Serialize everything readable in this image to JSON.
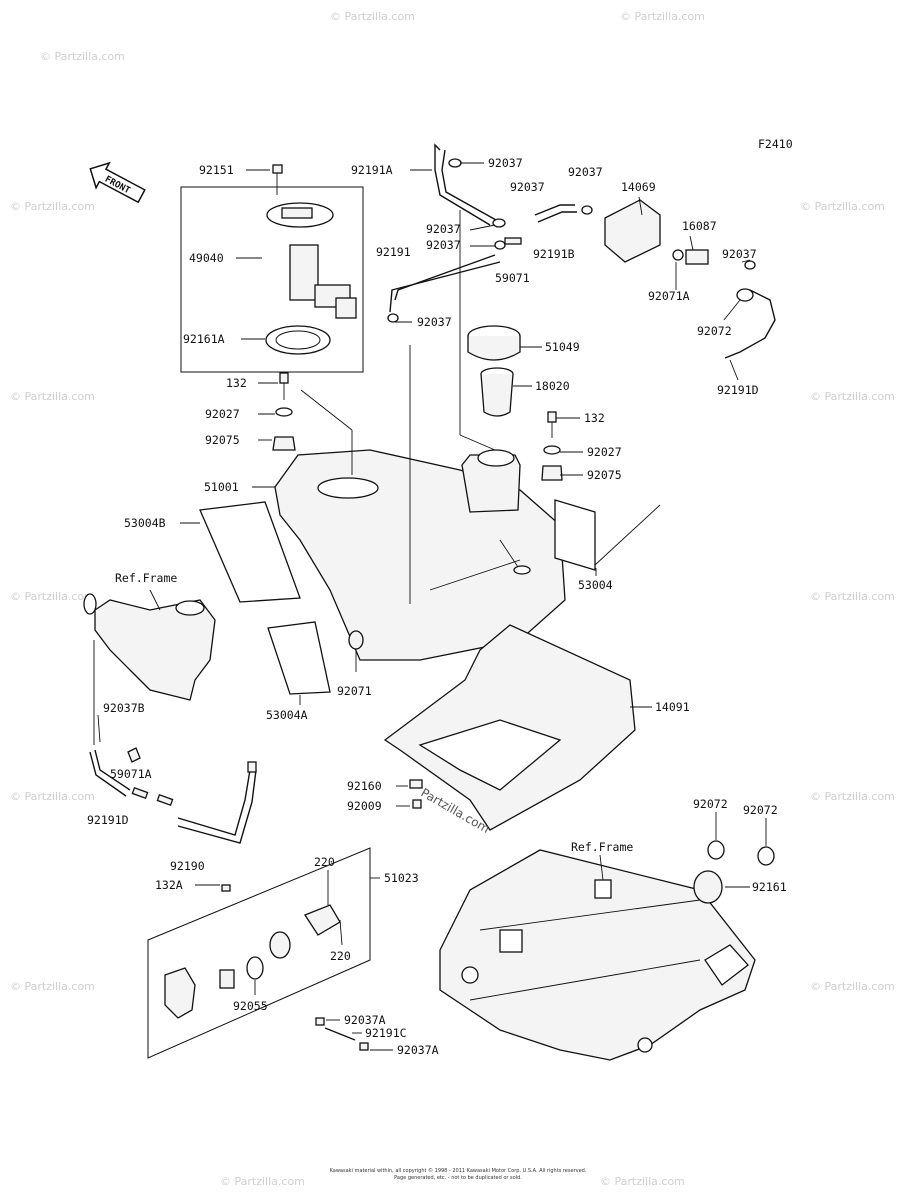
{
  "figure_code": "F2410",
  "front_badge": "FRONT",
  "watermark": "© Partzilla.com",
  "watermark_center": "Partzilla.com",
  "footer": {
    "line1": "Kawasaki material within, all copyright © 1998 - 2011 Kawasaki Motor Corp. U.S.A. All rights reserved.",
    "line2": "Page generated, etc. - not to be duplicated or sold."
  },
  "labels": {
    "p92151": "92151",
    "p49040": "49040",
    "p92161A": "92161A",
    "p132a": "132",
    "p92027a": "92027",
    "p92075a": "92075",
    "p51001": "51001",
    "p53004B": "53004B",
    "refFrame1": "Ref.Frame",
    "p92191A": "92191A",
    "p92037a": "92037",
    "p92037b": "92037",
    "p92037c": "92037",
    "p92037d": "92037",
    "p92037e": "92037",
    "p92037f": "92037",
    "p92037g": "92037",
    "p14069": "14069",
    "p16087": "16087",
    "p92191": "92191",
    "p59071": "59071",
    "p92191B": "92191B",
    "p92071A": "92071A",
    "p92072a": "92072",
    "p92191D": "92191D",
    "p51049": "51049",
    "p18020": "18020",
    "p132b": "132",
    "p92027b": "92027",
    "p92075b": "92075",
    "p53004": "53004",
    "p92071": "92071",
    "p53004A": "53004A",
    "p14091": "14091",
    "p92037B": "92037B",
    "p59071A": "59071A",
    "p92191D2": "92191D",
    "p92160": "92160",
    "p92009": "92009",
    "p92190": "92190",
    "p92072b": "92072",
    "p92072c": "92072",
    "refFrame2": "Ref.Frame",
    "p92161": "92161",
    "p51023": "51023",
    "p220a": "220",
    "p220b": "220",
    "p132A": "132A",
    "p92055": "92055",
    "p92037A1": "92037A",
    "p92191C": "92191C",
    "p92037A2": "92037A"
  }
}
